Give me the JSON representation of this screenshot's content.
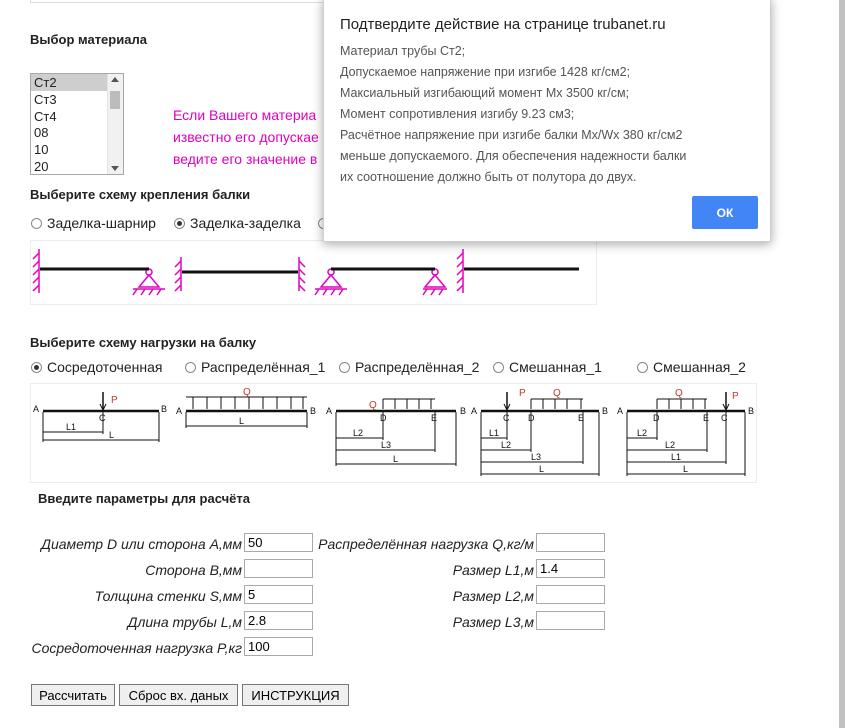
{
  "material": {
    "title": "Выбор материала",
    "options": [
      "Ст2",
      "Ст3",
      "Ст4",
      "08",
      "10",
      "20"
    ],
    "selected": "Ст2",
    "hint_lines": [
      "Если Вашего материа",
      "известно его допускае",
      "ведите его значение в"
    ]
  },
  "support": {
    "title": "Выберите схему крепления балки",
    "options": [
      "Заделка-шарнир",
      "Заделка-заделка"
    ],
    "selected": "Заделка-заделка"
  },
  "load": {
    "title": "Выберите схему нагрузки на балку",
    "options": [
      "Сосредоточенная",
      "Распределённая_1",
      "Распределённая_2",
      "Смешанная_1",
      "Смешанная_2"
    ],
    "selected": "Сосредоточенная",
    "diagram_labels": {
      "A": "A",
      "B": "B",
      "C": "C",
      "D": "D",
      "E": "E",
      "P": "P",
      "Q": "Q",
      "L": "L",
      "L1": "L1",
      "L2": "L2",
      "L3": "L3"
    }
  },
  "params": {
    "title": "Введите параметры для расчёта",
    "left": [
      {
        "label": "Диаметр D или сторона A,мм",
        "value": "50"
      },
      {
        "label": "Сторона B,мм",
        "value": ""
      },
      {
        "label": "Толщина стенки S,мм",
        "value": "5"
      },
      {
        "label": "Длина трубы L,м",
        "value": "2.8"
      },
      {
        "label": "Сосредоточенная нагрузка P,кг",
        "value": "100"
      }
    ],
    "right": [
      {
        "label": "Распределённая нагрузка Q,кг/м",
        "value": ""
      },
      {
        "label": "Размер L1,м",
        "value": "1.4"
      },
      {
        "label": "Размер L2,м",
        "value": ""
      },
      {
        "label": "Размер L3,м",
        "value": ""
      }
    ]
  },
  "buttons": {
    "calculate": "Рассчитать",
    "reset": "Сброс вх. даных",
    "instructions": "ИНСТРУКЦИЯ"
  },
  "dialog": {
    "title": "Подтвердите действие на странице trubanet.ru",
    "lines": [
      "Материал трубы Ст2;",
      "Допускаемое напряжение при изгибе 1428 кг/см2;",
      "Максиальный изгибающий момент  Мх 3500 кг/см;",
      "Момент сопротивления изгибу  9.23 см3;",
      "Расчётное напряжение при изгибе балки  Мх/Wх 380 кг/см2",
      "меньше допускаемого. Для обеспечения надежности балки",
      "их соотношение должно быть от полутора до двух."
    ],
    "ok": "ОК"
  },
  "colors": {
    "accent": "#e000c0",
    "ok_button": "#4285f4",
    "diagram_red": "#c0392b"
  }
}
